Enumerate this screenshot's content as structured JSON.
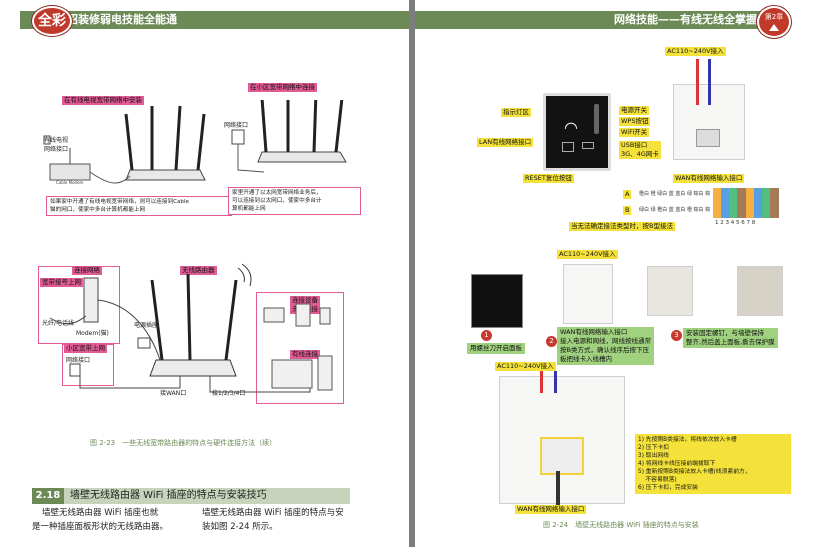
{
  "left_page": {
    "header": {
      "logo": "全彩",
      "title": "支招装修弱电技能全能通"
    },
    "fig_top": {
      "label_left": "在有线电视宽带网络中安装",
      "label_right": "在小区宽带网络中连接",
      "modem_label": "有线电视\n网络接口",
      "cable_modem": "Cable Modem",
      "port_label": "网络接口",
      "note_left": "如果家中开通了有线电视宽带网络，则可以连接到Cable\n猫的网口，使家中多台计算机都能上网",
      "note_right": "家里开通了以太网宽带网络业务后，\n可以连接到以太网口，使家中多台计\n算机都能上网"
    },
    "fig_mid": {
      "phone_line": "连接网络",
      "broadband": "宽带接号上网",
      "fiber": "光纤/电话线",
      "modem": "Modem(猫)",
      "wireless_router": "无线路由器",
      "power": "电源插座",
      "lan_wire": "连接设备\n无线连接",
      "wired": "有线连接",
      "community": "小区宽带上网",
      "net_port": "网络接口",
      "wan": "接WAN口",
      "lan": "接1/2/3/4口"
    },
    "caption": "图 2-23　一些无线宽带路由器的特点与硬件连接方法（续）",
    "section": {
      "number": "2.18",
      "title": "墙壁无线路由器 WiFi 插座的特点与安装技巧"
    },
    "body_col1": [
      "墙壁无线路由器 WiFi 插座也就",
      "是一种插座面板形状的无线路由器。"
    ],
    "body_col2": [
      "墙壁无线路由器 WiFi 插座的特点与安",
      "装如图 2-24 所示。"
    ]
  },
  "right_page": {
    "header": {
      "title": "网络技能——有线无线全掌握",
      "chapter": "第2章"
    },
    "panel_labels": {
      "indicator": "指示灯区",
      "lan": "LAN有线网络接口",
      "reset": "RESET复位按钮",
      "power_switch": "电源开关",
      "wps": "WPS按钮",
      "wifi_switch": "WiFi开关",
      "usb": "USB接口\n3G、4G网卡",
      "ac": "AC110~240V接入",
      "wan": "WAN有线网络输入接口",
      "std_a": "A",
      "std_b": "B",
      "std_a_text": "橙白 橙 绿白 蓝 蓝白 绿 棕白 棕",
      "std_b_text": "绿白 绿 橙白 蓝 蓝白 橙 棕白 棕",
      "std_note": "当无法确定接法类型时，按B型接法",
      "pins": "1 2 3 4 5 6 7 8"
    },
    "steps_mid": {
      "ac": "AC110~240V接入",
      "step1": "用螺丝刀开启面板",
      "step2": "WAN有线网络输入接口\n接入电源和网线，网线按线通常\n按B类方式，确认线序后按下压\n板把线卡入线槽内",
      "step3": "安装固定螺钉，与墙壁保持\n整齐,然后盖上面板,撕去保护膜"
    },
    "steps_bottom": {
      "ac": "AC110~240V接入",
      "wan": "WAN有线网络输入接口",
      "list": [
        "1) 先按照B类接法，将线依次放入卡槽",
        "2) 压下卡扣",
        "3) 取出网线",
        "4) 将网线卡线压接前端拔取下",
        "5) 重新按照B类接法放入卡槽(线须紧前方，\n    不容易脱落)",
        "6) 压下卡扣，完成安装"
      ]
    },
    "caption": "图 2-24　墙壁无线路由器 WiFi 插座的特点与安装"
  }
}
